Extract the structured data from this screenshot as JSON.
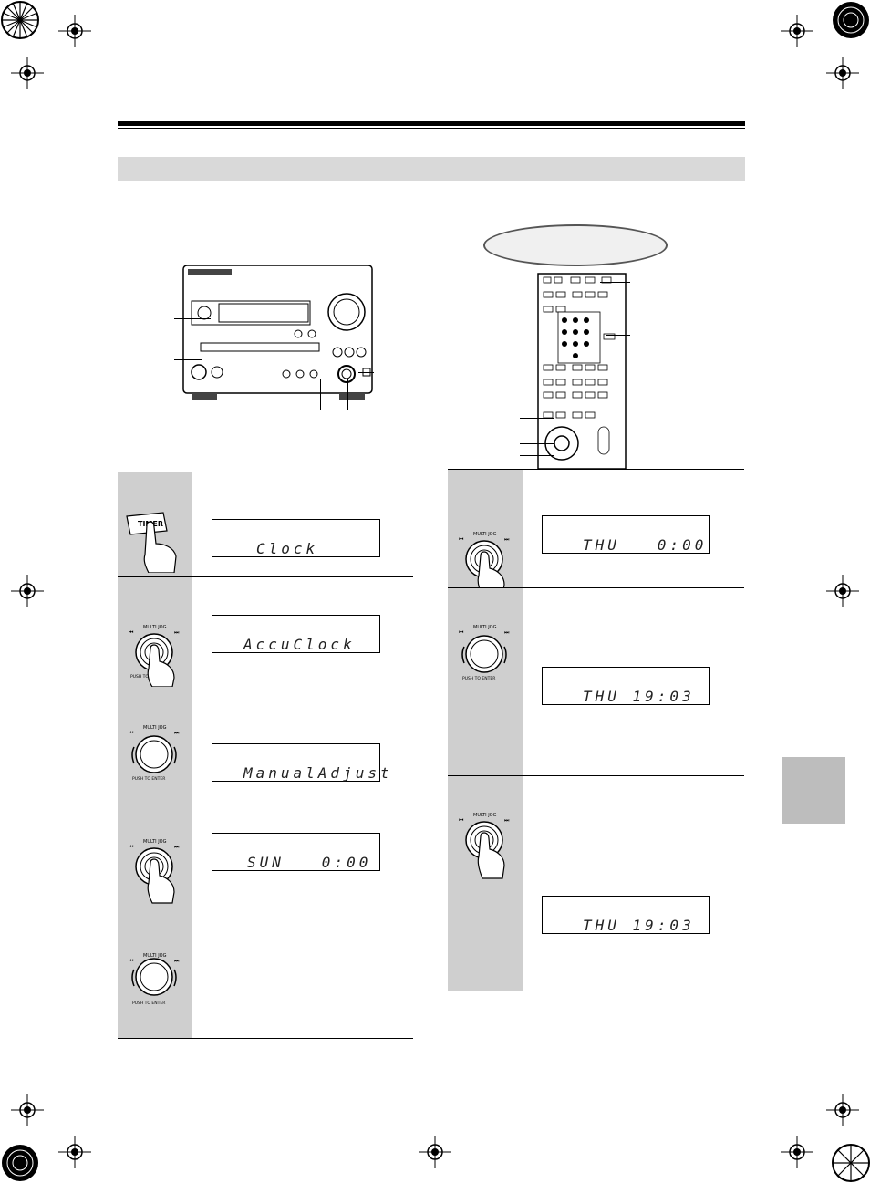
{
  "displays": {
    "step1": "Clock",
    "step2": "AccuClock",
    "step3": "ManualAdjust",
    "step4": "SUN   0:00",
    "step6": "THU   0:00",
    "step7": "THU 19:03",
    "step8": "THU 19:03"
  },
  "labels": {
    "timer_button": "TIMER",
    "multi_jog": "MULTI JOG",
    "push_to_enter": "PUSH TO ENTER"
  },
  "colors": {
    "panel": "#cfcfcf",
    "section_bar": "#d9d9d9",
    "side_tab": "#bdbdbd"
  }
}
